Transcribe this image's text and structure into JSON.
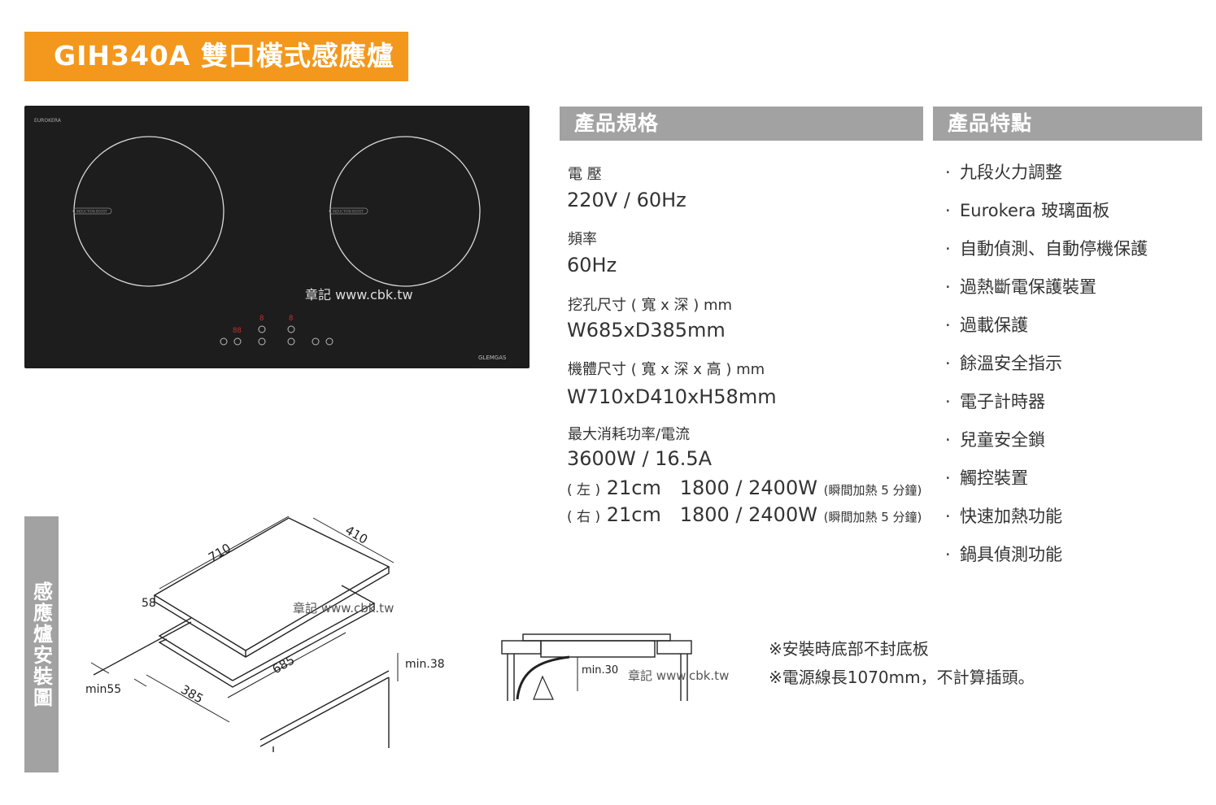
{
  "title": "GIH340A 雙口橫式感應爐",
  "cooktop": {
    "brand_top": "EUROKERA",
    "brand_bottom": "GLEMGAS",
    "zone_label": "INDUCTION BOOST",
    "display_left": "88",
    "display_mid": "8",
    "display_right": "8"
  },
  "watermark": "章記 www.cbk.tw",
  "spec": {
    "header": "產品規格",
    "voltage_label": "電 壓",
    "voltage_value": "220V / 60Hz",
    "freq_label": "頻率",
    "freq_value": "60Hz",
    "cutout_label": "挖孔尺寸 ( 寬 x 深 ) mm",
    "cutout_value": "W685xD385mm",
    "body_label": "機體尺寸 ( 寬 x 深 x 高 ) mm",
    "body_value": "W710xD410xH58mm",
    "power_label": "最大消耗功率/電流",
    "power_value": "3600W / 16.5A",
    "left_prefix": "( 左 )",
    "left_main": "21cm   1800 / 2400W",
    "left_suffix": "(瞬間加熱 5 分鐘)",
    "right_prefix": "( 右 )",
    "right_main": "21cm   1800 / 2400W",
    "right_suffix": "(瞬間加熱 5 分鐘)"
  },
  "features": {
    "header": "產品特點",
    "items": [
      "九段火力調整",
      "Eurokera 玻璃面板",
      "自動偵測、自動停機保護",
      "過熱斷電保護裝置",
      "過載保護",
      "餘溫安全指示",
      "電子計時器",
      "兒童安全鎖",
      "觸控裝置",
      "快速加熱功能",
      "鍋具偵測功能"
    ]
  },
  "install": {
    "label": "感應爐安裝圖",
    "dim_710": "710",
    "dim_410": "410",
    "dim_58": "58",
    "dim_685": "685",
    "dim_385": "385",
    "dim_min55": "min55",
    "dim_min38": "min.38",
    "dim_min30": "min.30"
  },
  "notes": {
    "note1": "※安裝時底部不封底板",
    "note2": "※電源線長1070mm，不計算插頭。"
  }
}
